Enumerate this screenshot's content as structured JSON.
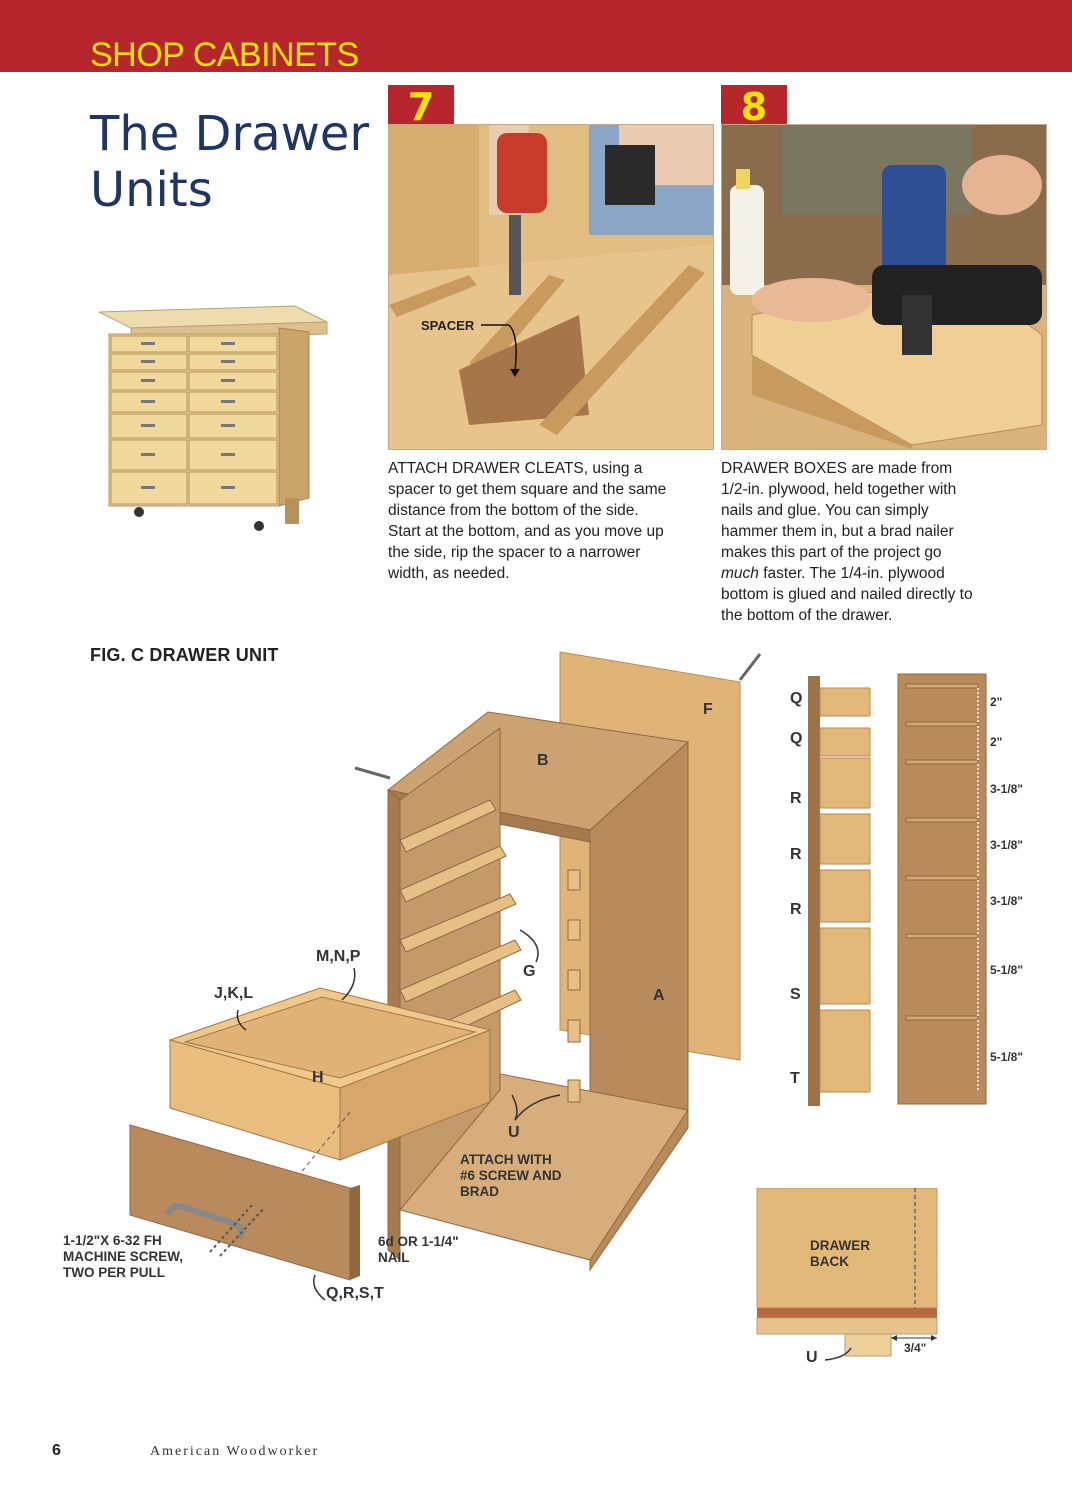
{
  "header": {
    "section_title": "SHOP CABINETS",
    "page_title": "The Drawer Units"
  },
  "steps": [
    {
      "number": "7",
      "photo_label": "SPACER",
      "caption": "ATTACH DRAWER CLEATS, using a spacer to get them square and the same distance from the bottom of the side. Start at the bottom, and as you move up the side, rip the spacer to a narrower width, as needed."
    },
    {
      "number": "8",
      "caption_before": "DRAWER BOXES are made from 1/2-in. plywood, held together with nails and glue. You can simply hammer them in, but a brad nailer makes this part of the project go ",
      "caption_emphasis": "much",
      "caption_after": " faster. The 1/4-in. plywood bottom is glued and nailed directly to the bottom of the drawer."
    }
  ],
  "figure": {
    "label": "FIG. C  DRAWER UNIT",
    "parts": {
      "a": "A",
      "b": "B",
      "f": "F",
      "g": "G",
      "h": "H",
      "u": "U",
      "jkl": "J,K,L",
      "mnp": "M,N,P",
      "qrst": "Q,R,S,T"
    },
    "callouts": {
      "screw_brad": "ATTACH WITH #6 SCREW AND BRAD",
      "nail": "6d OR 1-1/4\" NAIL",
      "machine_screw": "1-1/2\"X 6-32 FH MACHINE SCREW, TWO PER PULL"
    },
    "fronts": [
      {
        "letter": "Q",
        "dim": "2\""
      },
      {
        "letter": "Q",
        "dim": "2\""
      },
      {
        "letter": "R",
        "dim": "3-1/8\""
      },
      {
        "letter": "R",
        "dim": "3-1/8\""
      },
      {
        "letter": "R",
        "dim": "3-1/8\""
      },
      {
        "letter": "S",
        "dim": "5-1/8\""
      },
      {
        "letter": "T",
        "dim": "5-1/8\""
      }
    ],
    "detail": {
      "label": "DRAWER BACK",
      "u": "U",
      "dim": "3/4\""
    }
  },
  "footer": {
    "page_number": "6",
    "publication": "American Woodworker"
  },
  "colors": {
    "header_red": "#b8262d",
    "header_yellow": "#f5e300",
    "title_blue": "#1e3566",
    "mdf": "#b98a5c",
    "plywood": "#e2b77a"
  }
}
